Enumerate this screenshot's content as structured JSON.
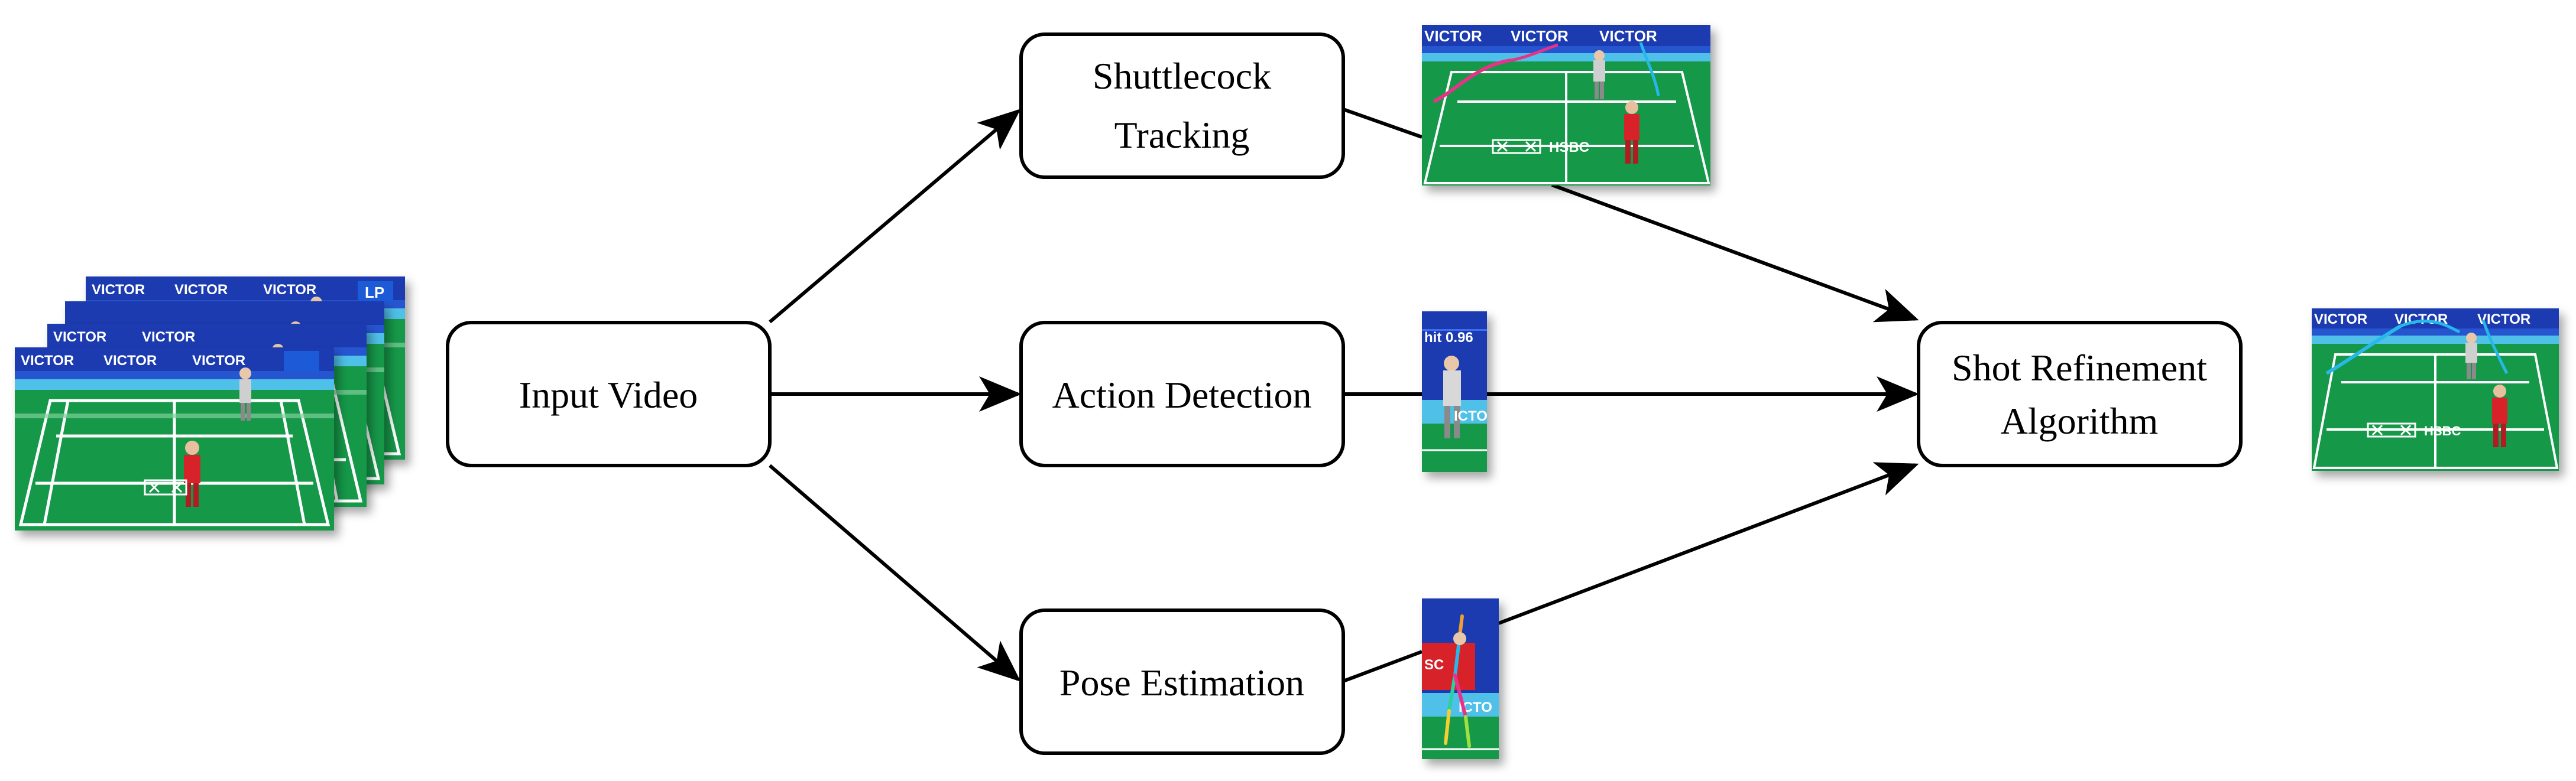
{
  "diagram": {
    "nodes": {
      "input_video": {
        "label": "Input Video"
      },
      "shuttlecock_tracking": {
        "label_line1": "Shuttlecock",
        "label_line2": "Tracking"
      },
      "action_detection": {
        "label": "Action Detection"
      },
      "pose_estimation": {
        "label": "Pose Estimation"
      },
      "shot_refinement": {
        "label_line1": "Shot Refinement",
        "label_line2": "Algorithm"
      }
    },
    "images": {
      "banner_text": "VICTOR",
      "sponsor_text": "HSBC",
      "badge_text": "LP",
      "action_score": "hit 0.96",
      "crop_banner_text": "ICTO",
      "crop_sponsor_text": "SC"
    },
    "colors": {
      "court_green": "#17984a",
      "banner_blue": "#1a3bb0",
      "player_red": "#d8232a",
      "trajectory_pink": "#e8338a",
      "trajectory_cyan": "#28b8e8"
    }
  }
}
